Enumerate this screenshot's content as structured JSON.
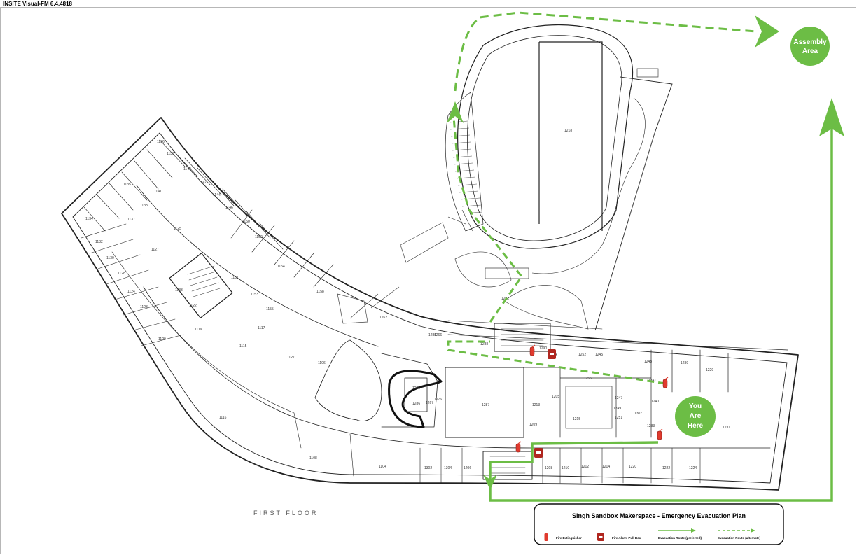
{
  "app": {
    "title": "INSITE Visual-FM 6.4.4818"
  },
  "floor_label": "FIRST FLOOR",
  "assembly_area": {
    "line1": "Assembly",
    "line2": "Area"
  },
  "you_are_here": {
    "line1": "You",
    "line2": "Are",
    "line3": "Here"
  },
  "legend": {
    "title": "Singh Sandbox Makerspace - Emergency Evacuation Plan",
    "items": [
      {
        "icon": "fire-extinguisher-icon",
        "label": "Fire Extinguisher"
      },
      {
        "icon": "fire-alarm-pull-box-icon",
        "label": "Fire Alarm Pull Box"
      },
      {
        "icon": "preferred-route-arrow-icon",
        "label": "Evacuation Route (preferred)"
      },
      {
        "icon": "alternate-route-arrow-icon",
        "label": "Evacuation Route (alternate)"
      }
    ]
  },
  "colors": {
    "route": "#6cbd45",
    "extinguisher": "#e03a2e",
    "pull_box": "#b0261f",
    "walls": "#222222"
  },
  "rooms": [
    "1136",
    "1139",
    "1140",
    "1142",
    "1141",
    "1144",
    "1135",
    "1138",
    "1137",
    "1146",
    "1134",
    "1125",
    "1132",
    "1127",
    "1130",
    "1152",
    "1150",
    "1128",
    "1154",
    "1124",
    "1133",
    "1122",
    "1151",
    "1123",
    "1153",
    "1158",
    "1155",
    "1117",
    "1120",
    "1119",
    "1115",
    "1127",
    "1106",
    "1116",
    "1108",
    "1104",
    "1218",
    "1296",
    "1286",
    "1290",
    "1284",
    "1288",
    "1262",
    "1266",
    "1276",
    "1287",
    "1213",
    "1247",
    "1245",
    "1240",
    "1239",
    "1251",
    "1252",
    "1202",
    "1215",
    "1209",
    "1205",
    "1248",
    "1233",
    "1231",
    "1302",
    "1304",
    "1206",
    "1208",
    "1210",
    "1212",
    "1214",
    "1220",
    "1222",
    "1224",
    "1255",
    "1229",
    "1307",
    "1241",
    "1249",
    "1267",
    "1286"
  ]
}
